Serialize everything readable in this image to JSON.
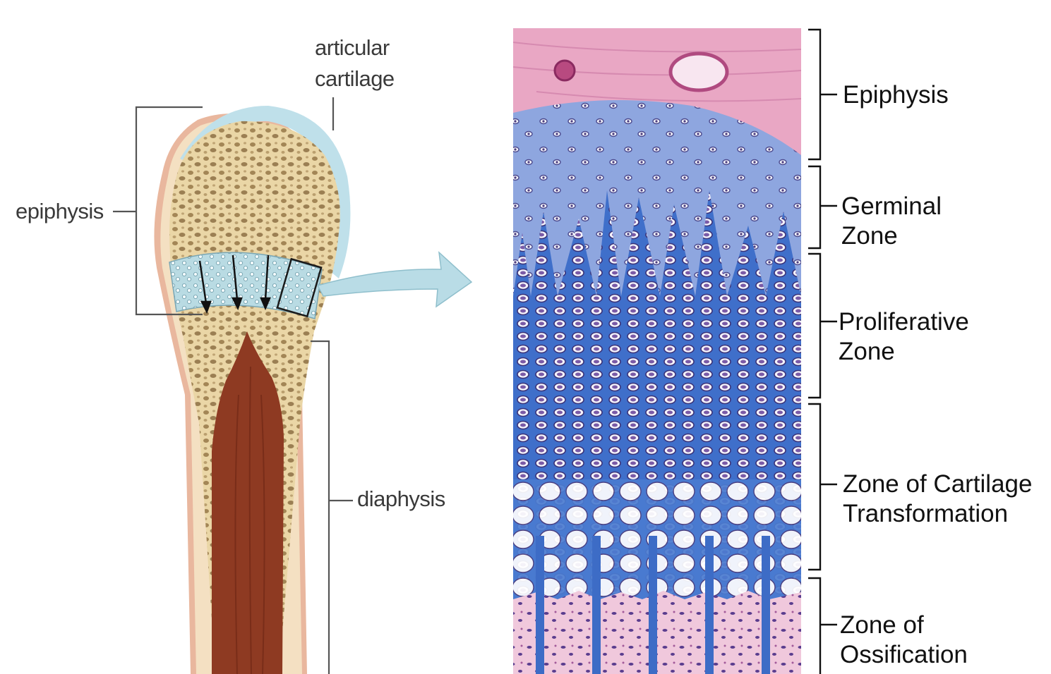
{
  "bone_labels": {
    "articular_line1": "articular",
    "articular_line2": "cartilage",
    "epiphysis": "epiphysis",
    "diaphysis": "diaphysis"
  },
  "zone_labels": [
    {
      "line1": "Epiphysis",
      "line2": ""
    },
    {
      "line1": "Germinal",
      "line2": "Zone"
    },
    {
      "line1": "Proliferative",
      "line2": "Zone"
    },
    {
      "line1": "Zone of Cartilage",
      "line2": "Transformation"
    },
    {
      "line1": "Zone of",
      "line2": "Ossification"
    }
  ],
  "colors": {
    "cartilage": "#bfe0ea",
    "spongy_bone": "#e6cf9e",
    "marrow": "#8e3a22",
    "cortical_bone": "#f3dfc0",
    "periosteum": "#e6a58c",
    "histology_pink": "#e9a7c4",
    "histology_blue": "#4e7fd0",
    "arrow": "#b9dce6"
  }
}
